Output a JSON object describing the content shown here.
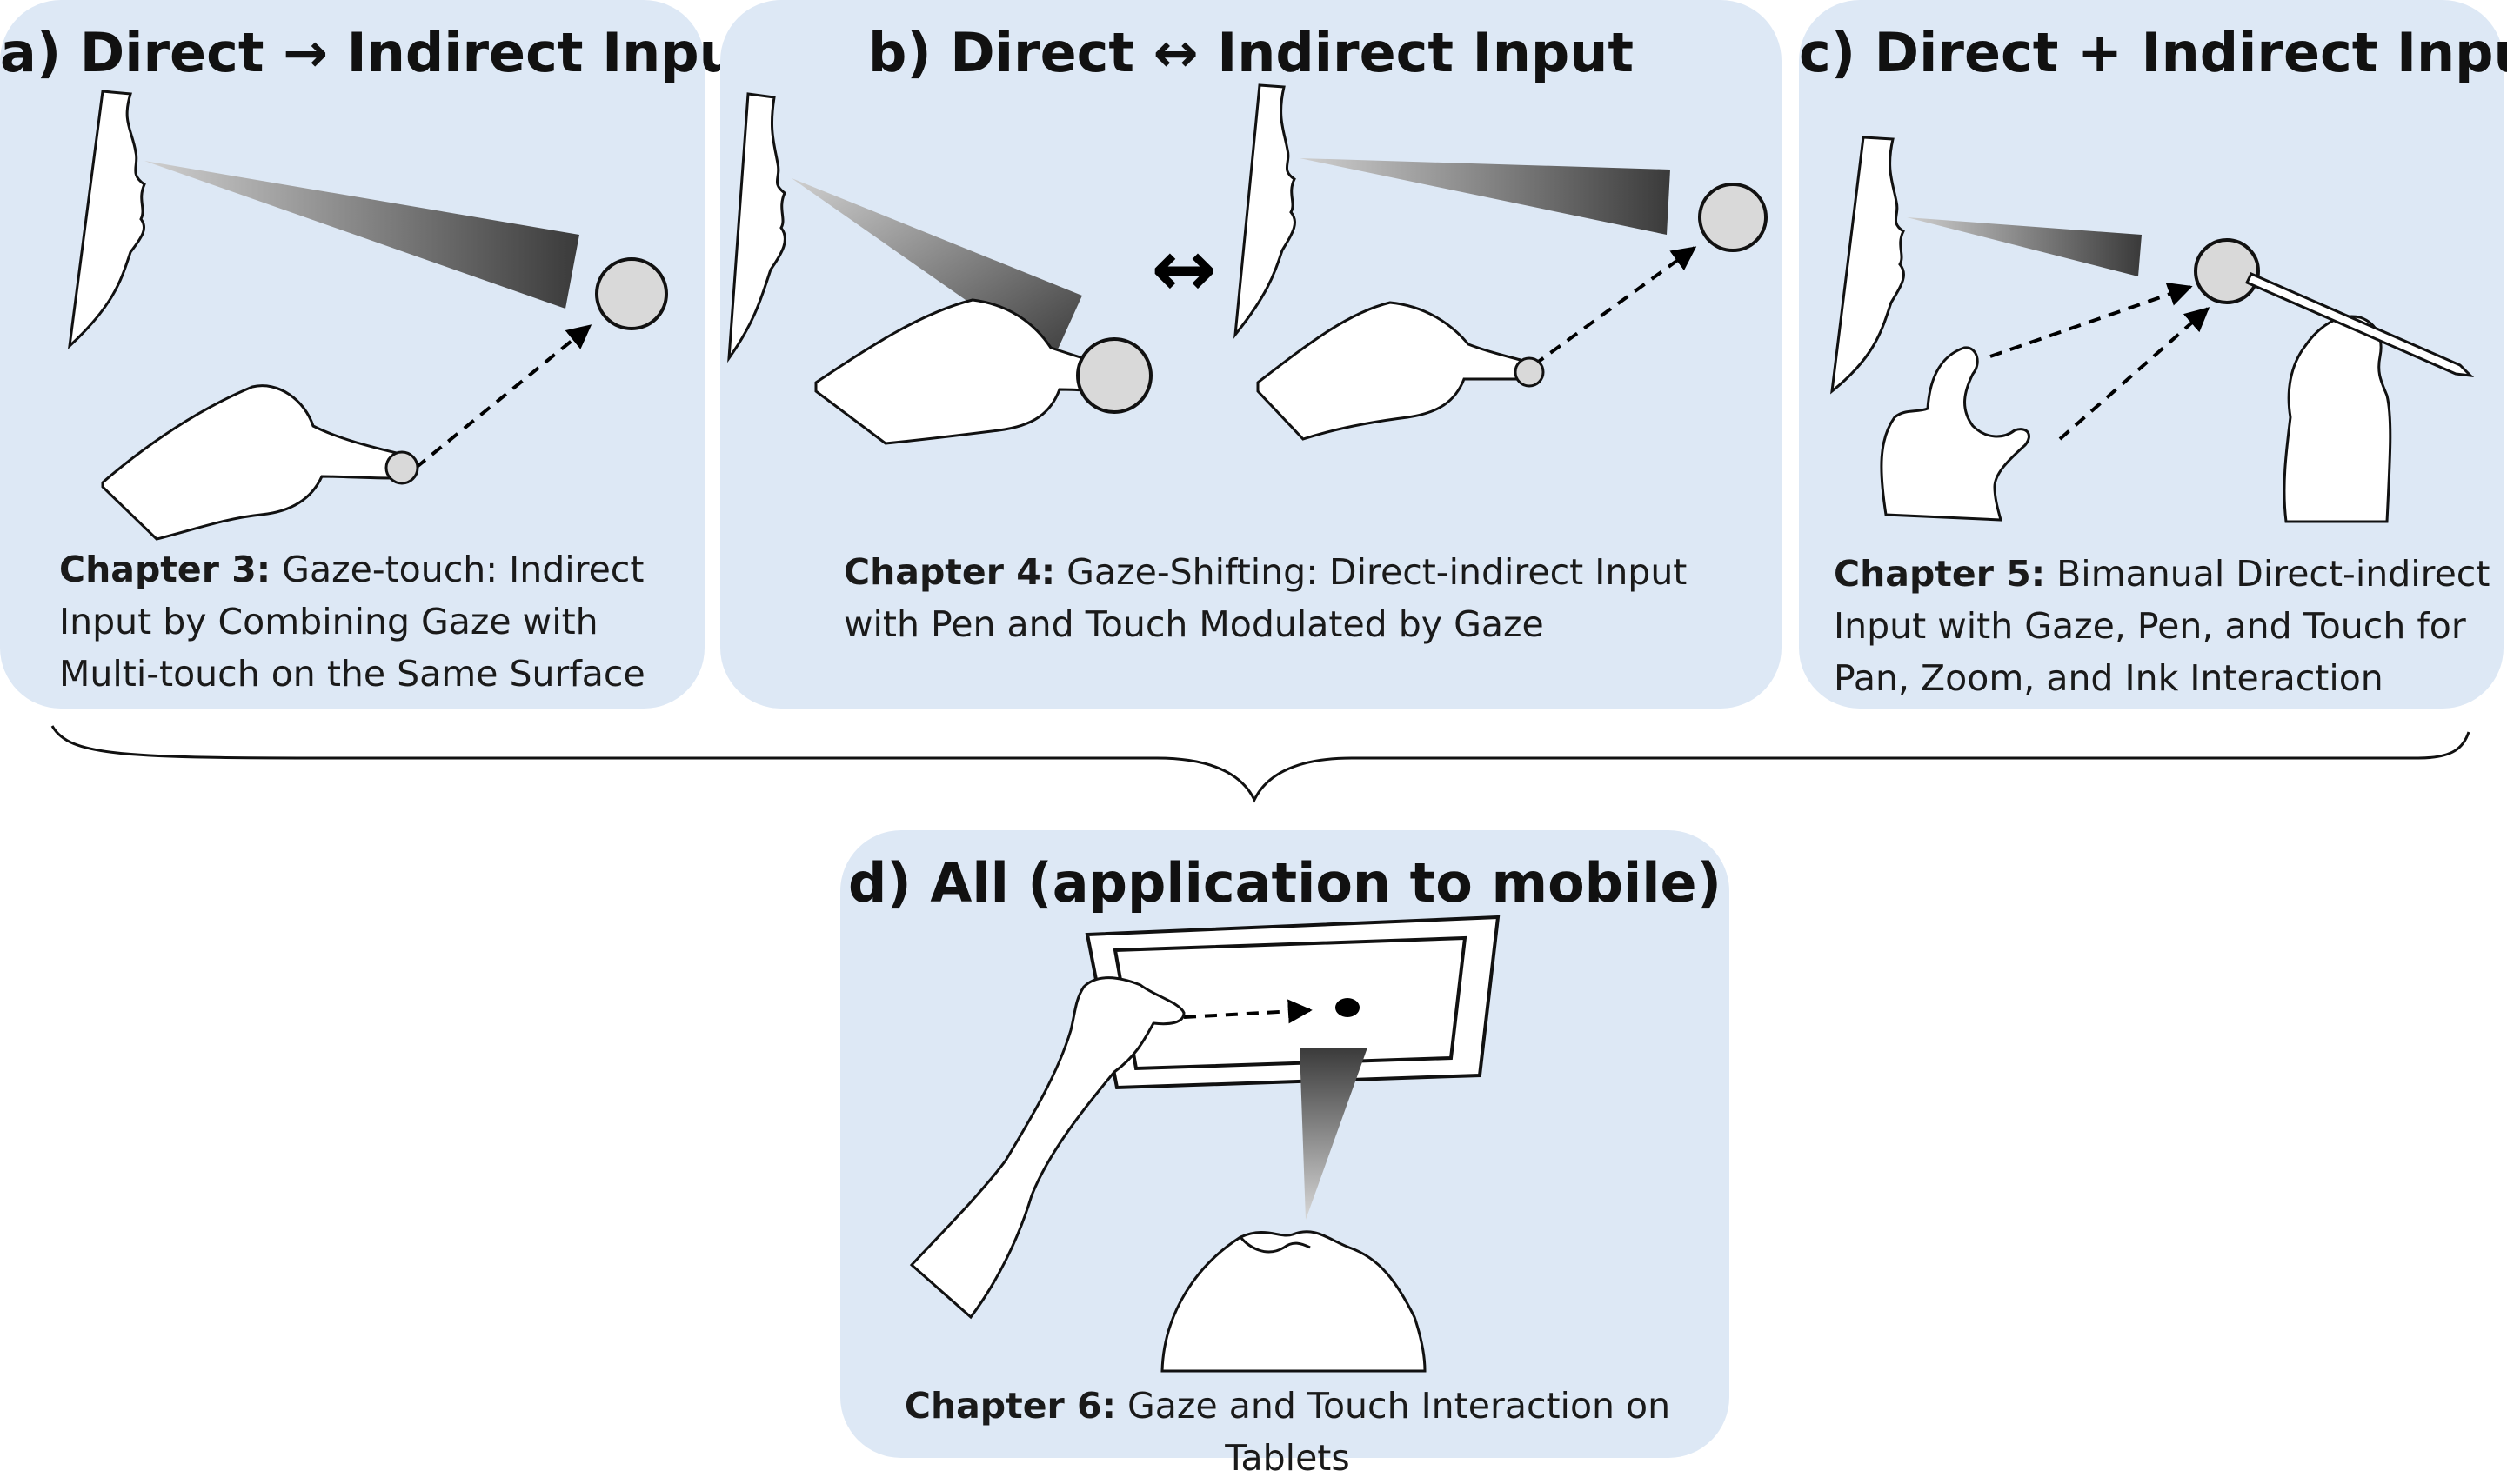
{
  "panels": {
    "a": {
      "title_left": "a) Direct",
      "title_arrow": "→",
      "title_right": "Indirect Input",
      "chapter": "Chapter 3:",
      "caption": "Gaze-touch: Indirect Input by Combining Gaze with Multi-touch on the Same Surface"
    },
    "b": {
      "title_left": "b) Direct",
      "title_arrow": "↔",
      "title_right": "Indirect Input",
      "switch_symbol": "↔",
      "chapter": "Chapter 4:",
      "caption": "Gaze-Shifting: Direct-indirect Input with Pen and Touch Modulated by Gaze"
    },
    "c": {
      "title": "c) Direct + Indirect Input",
      "chapter": "Chapter 5:",
      "caption": "Bimanual Direct-indirect Input with Gaze, Pen, and Touch for Pan, Zoom, and Ink Interaction"
    },
    "d": {
      "title": "d) All (application to mobile)",
      "chapter": "Chapter 6:",
      "caption": "Gaze and Touch Interaction on Tablets"
    }
  },
  "colors": {
    "panel_bg": "#dde8f5",
    "target_fill": "#d9d9d9",
    "gaze_dark": "#3a3a3a",
    "gaze_light": "#c8c8c8"
  }
}
